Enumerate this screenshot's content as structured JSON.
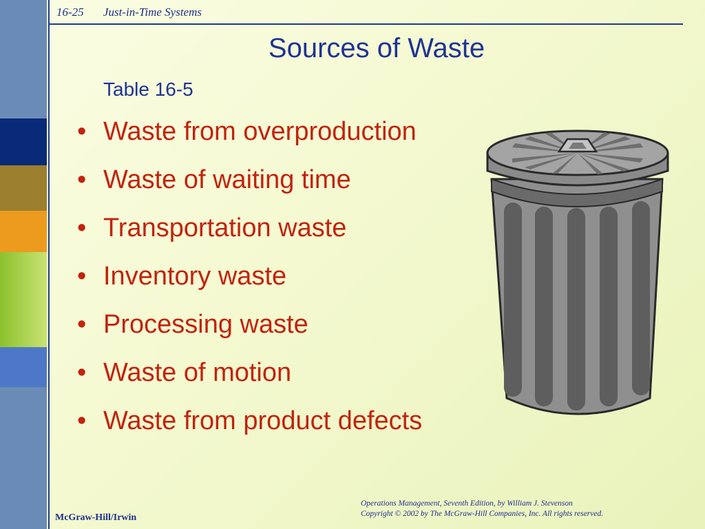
{
  "header": {
    "page_number": "16-25",
    "chapter": "Just-in-Time Systems"
  },
  "slide": {
    "title": "Sources of Waste",
    "subtitle": "Table 16-5",
    "bullets": [
      "Waste from overproduction",
      "Waste of waiting time",
      "Transportation waste",
      "Inventory waste",
      "Processing waste",
      "Waste of motion",
      "Waste from product defects"
    ],
    "illustration": "trash-can-icon"
  },
  "footer": {
    "publisher": "McGraw-Hill/Irwin",
    "book_line": "Operations Management, Seventh Edition, by William J. Stevenson",
    "copyright_line": "Copyright © 2002 by The McGraw-Hill Companies, Inc.  All rights reserved."
  },
  "colors": {
    "title": "#1f3494",
    "bullet_text": "#c2230e",
    "background": "#f4f9d0"
  }
}
